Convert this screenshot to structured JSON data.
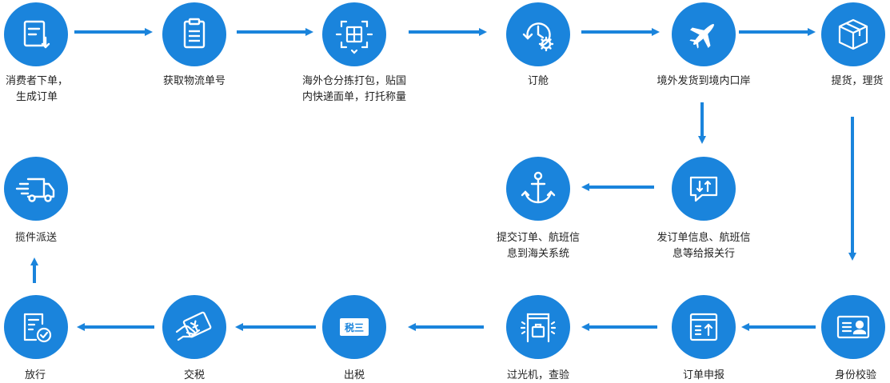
{
  "colors": {
    "accent": "#1a84dc",
    "text": "#222222"
  },
  "steps": [
    {
      "icon": "order-form-icon",
      "label": "消费者下单，\n生成订单"
    },
    {
      "icon": "clipboard-icon",
      "label": "获取物流单号"
    },
    {
      "icon": "package-scan-icon",
      "label": "海外仓分拣打包，贴国\n内快递面单，打托称量"
    },
    {
      "icon": "clock-gear-icon",
      "label": "订舱"
    },
    {
      "icon": "airplane-icon",
      "label": "境外发货到境内口岸"
    },
    {
      "icon": "box-icon",
      "label": "提货，理货"
    },
    {
      "icon": "exchange-message-icon",
      "label": "发订单信息、航班信\n息等给报关行"
    },
    {
      "icon": "anchor-icon",
      "label": "提交订单、航班信\n息到海关系统"
    },
    {
      "icon": "id-card-icon",
      "label": "身份校验"
    },
    {
      "icon": "declaration-icon",
      "label": "订单申报"
    },
    {
      "icon": "xray-scanner-icon",
      "label": "过光机，查验"
    },
    {
      "icon": "tax-badge-icon",
      "label": "出税"
    },
    {
      "icon": "card-payment-icon",
      "label": "交税"
    },
    {
      "icon": "release-check-icon",
      "label": "放行"
    },
    {
      "icon": "delivery-truck-icon",
      "label": "揽件派送"
    }
  ],
  "tax_badge_text": "税三"
}
